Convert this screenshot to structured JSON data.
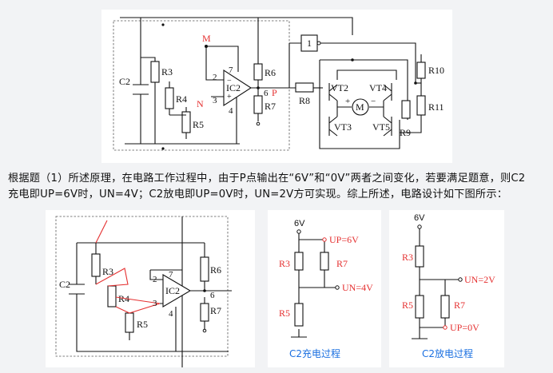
{
  "top_circuit": {
    "labels": {
      "c2": "C2",
      "r3": "R3",
      "r4": "R4",
      "r5": "R5",
      "r6": "R6",
      "r7": "R7",
      "r8": "R8",
      "r9": "R9",
      "r10": "R10",
      "r11": "R11",
      "ic2": "IC2",
      "m": "M",
      "n": "N",
      "p": "P",
      "vt2": "VT2",
      "vt3": "VT3",
      "vt4": "VT4",
      "vt5": "VT5",
      "not_gate": "1",
      "motor": "M",
      "pin2": "2",
      "pin3": "3",
      "pin4": "4",
      "pin6": "6",
      "pin7": "7",
      "plus": "+",
      "minus": "−"
    }
  },
  "paragraph": {
    "line1": "根据题（1）所述原理，在电路工作过程中，由于P点输出在“6V”和“0V”两者之间变化，若要满足题意，则C2",
    "line2": "充电即UP=6V时，UN=4V；C2放电即UP=0V时，UN=2V方可实现。综上所述，电路设计如下图所示："
  },
  "bottom_left_circuit": {
    "labels": {
      "c2": "C2",
      "r3": "R3",
      "r4": "R4",
      "r5": "R5",
      "r6": "R6",
      "r7": "R7",
      "ic2": "IC2",
      "pin2": "2",
      "pin3": "3",
      "pin4": "4",
      "pin6": "6",
      "pin7": "7"
    }
  },
  "charge_diagram": {
    "supply": "6V",
    "up": "UP=6V",
    "un": "UN=4V",
    "r3": "R3",
    "r7": "R7",
    "r5": "R5",
    "caption": "C2充电过程"
  },
  "discharge_diagram": {
    "supply": "6V",
    "up": "UP=0V",
    "un": "UN=2V",
    "r3": "R3",
    "r7": "R7",
    "r5": "R5",
    "caption": "C2放电过程"
  },
  "colors": {
    "highlight": "#e53030",
    "caption": "#1a6fe0",
    "wire": "#111111",
    "background": "#f2f3f5"
  }
}
